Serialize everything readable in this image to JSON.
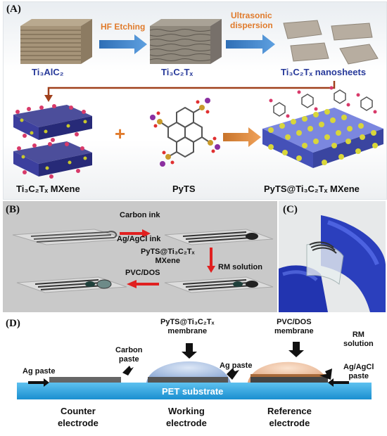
{
  "panel_a": {
    "label": "(A)",
    "step1": "HF Etching",
    "step2_line1": "Ultrasonic",
    "step2_line2": "dispersion",
    "mat1": "Ti₃AlC₂",
    "mat2": "Ti₃C₂Tₓ",
    "mat3": "Ti₃C₂Tₓ nanosheets",
    "bottom1": "Ti₃C₂Tₓ MXene",
    "bottom2": "PyTS",
    "bottom3": "PyTS@Ti₃C₂Tₓ MXene",
    "plus": "+"
  },
  "panel_b": {
    "label": "(B)",
    "step1_line1": "Carbon ink",
    "step1_line2": "Ag/AgCl ink",
    "step2_line1": "PyTS@Ti₃C₂Tₓ",
    "step2_line2": "MXene",
    "step3": "RM solution",
    "step4": "PVC/DOS"
  },
  "panel_c": {
    "label": "(C)"
  },
  "panel_d": {
    "label": "(D)",
    "working_membrane_line1": "PyTS@Ti₃C₂Tₓ",
    "working_membrane_line2": "membrane",
    "ref_membrane_line1": "PVC/DOS",
    "ref_membrane_line2": "membrane",
    "rm_line1": "RM",
    "rm_line2": "solution",
    "carbon_paste_line1": "Carbon",
    "carbon_paste_line2": "paste",
    "ag_paste_left": "Ag paste",
    "ag_paste_mid": "Ag paste",
    "agcl_line1": "Ag/AgCl",
    "agcl_line2": "paste",
    "substrate": "PET substrate",
    "counter_line1": "Counter",
    "counter_line2": "electrode",
    "working_line1": "Working",
    "working_line2": "electrode",
    "reference_line1": "Reference",
    "reference_line2": "electrode"
  }
}
